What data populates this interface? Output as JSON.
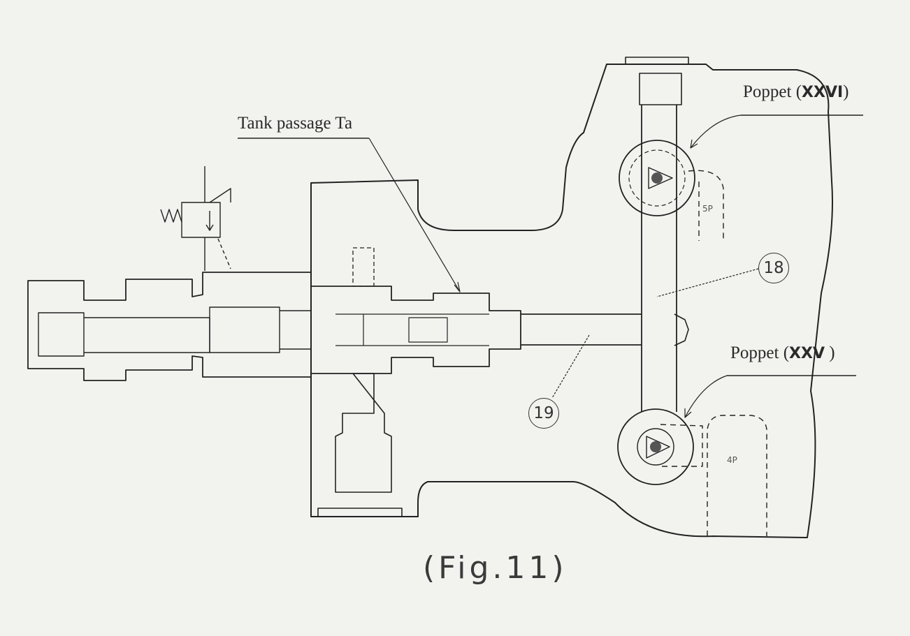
{
  "labels": {
    "tank_passage": "Tank passage Ta",
    "poppet_upper_prefix": "Poppet (",
    "poppet_upper_id": "XXVI",
    "poppet_upper_suffix": ")",
    "poppet_lower_prefix": "Poppet (",
    "poppet_lower_id": "XXV",
    "poppet_lower_suffix": " )",
    "ref_18": "18",
    "ref_19": "19",
    "port_5p": "5P",
    "port_4p": "4P",
    "caption": "(Fig.11)"
  }
}
